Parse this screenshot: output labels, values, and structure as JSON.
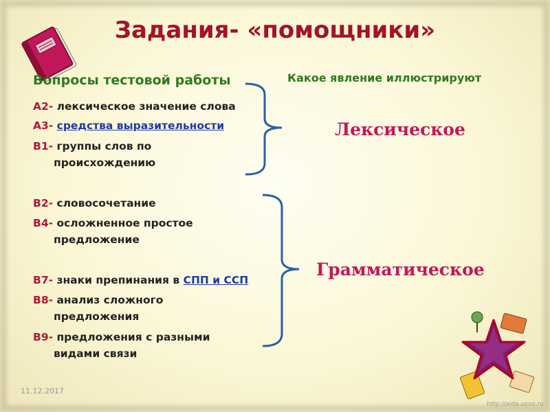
{
  "title": "Задания- «помощники»",
  "left_heading": "Вопросы тестовой работы",
  "right_heading": "Какое явление иллюстрируют",
  "items": [
    {
      "code": "А2-",
      "text": " лексическое значение слова"
    },
    {
      "code": "А3-",
      "text": " ",
      "link": "средства выразительности"
    },
    {
      "code": "В1-",
      "text": " группы слов по",
      "text2": "происхождению"
    },
    {
      "code": "В2-",
      "text": " словосочетание"
    },
    {
      "code": "В4-",
      "text": " осложненное простое",
      "text2": "предложение"
    },
    {
      "code": "В7-",
      "text": " знаки препинания в ",
      "link": "СПП и ССП"
    },
    {
      "code": "В8-",
      "text": " анализ сложного",
      "text2": "предложения"
    },
    {
      "code": "В9-",
      "text": " предложения с разными",
      "text2": "видами связи"
    }
  ],
  "categories": {
    "lexical": "Лексическое",
    "grammatical": "Грамматическое"
  },
  "date": "11.12.2017",
  "footer": "http://aida.ucoz.ru",
  "icons": {
    "book": "book-icon",
    "star": "star-icon"
  },
  "colors": {
    "title": "#a3132a",
    "heading": "#2f7a1f",
    "code": "#b0173b",
    "category": "#c2185b",
    "link": "#1f39a8"
  }
}
